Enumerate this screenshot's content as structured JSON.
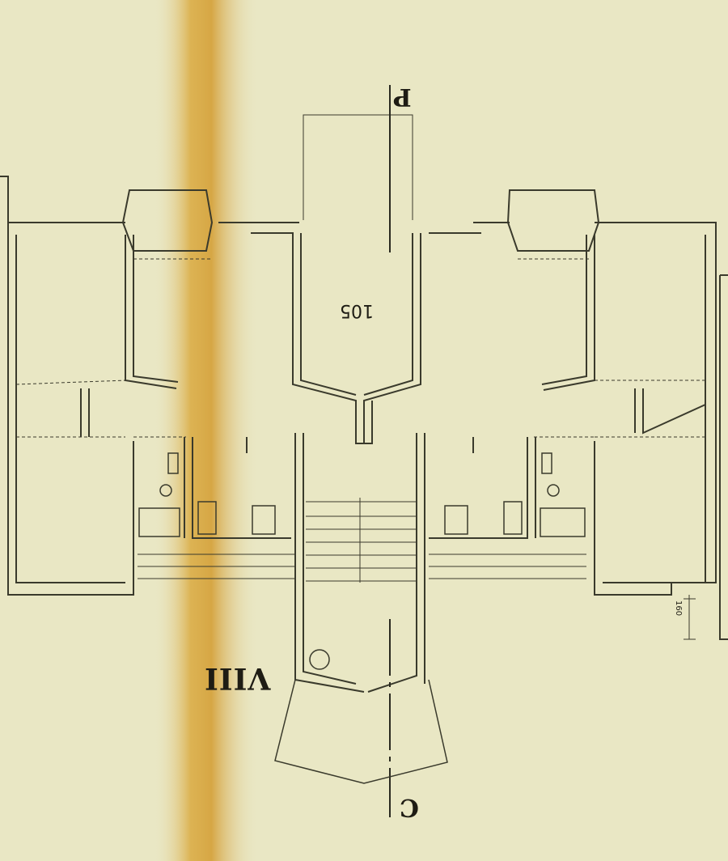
{
  "colors": {
    "paper": "#e9e7c4",
    "ink": "#3a3a2c",
    "stain": "#d9a637"
  },
  "labels": {
    "room_number": "105",
    "section_top": "P",
    "section_bottom": "C",
    "block": "VIII",
    "dimension": "160"
  }
}
